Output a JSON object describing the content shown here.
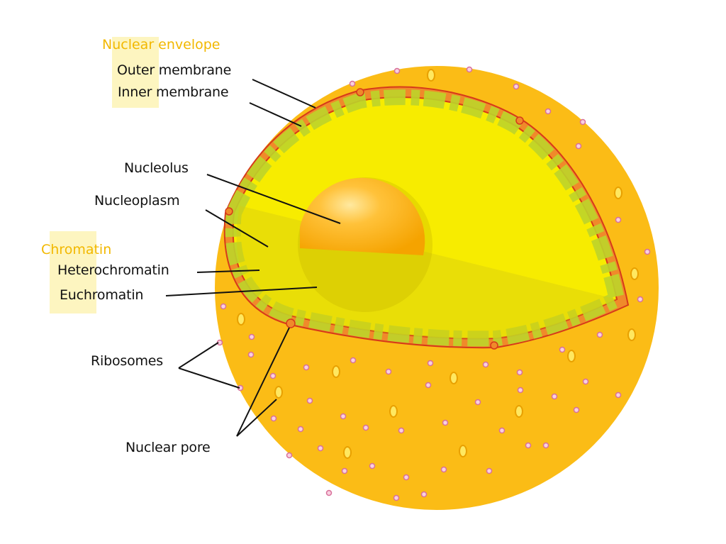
{
  "groups": {
    "nuclear_envelope": "Nuclear envelope",
    "chromatin": "Chromatin"
  },
  "labels": {
    "outer_membrane": "Outer membrane",
    "inner_membrane": "Inner membrane",
    "nucleolus": "Nucleolus",
    "nucleoplasm": "Nucleoplasm",
    "heterochromatin": "Heterochromatin",
    "euchromatin": "Euchromatin",
    "ribosomes": "Ribosomes",
    "nuclear_pore": "Nuclear pore"
  },
  "colors": {
    "sphere": "#fbbc16",
    "interior": "#f7ec00",
    "membrane": "#e0501c",
    "chromatin": "#bcd42a",
    "ribosome": "#d8709a",
    "group_label": "#f2b800"
  }
}
